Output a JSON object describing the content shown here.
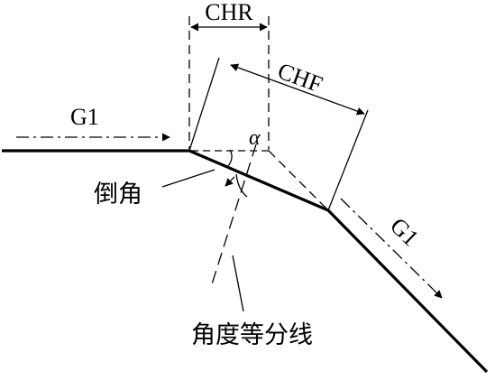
{
  "labels": {
    "chr": "CHR",
    "chf": "CHF",
    "g1_incoming": "G1",
    "g1_outgoing": "G1",
    "alpha": "α",
    "chamfer": "倒角",
    "angle_bisector": "角度等分线"
  },
  "colors": {
    "stroke": "#000000",
    "background": "#ffffff"
  }
}
